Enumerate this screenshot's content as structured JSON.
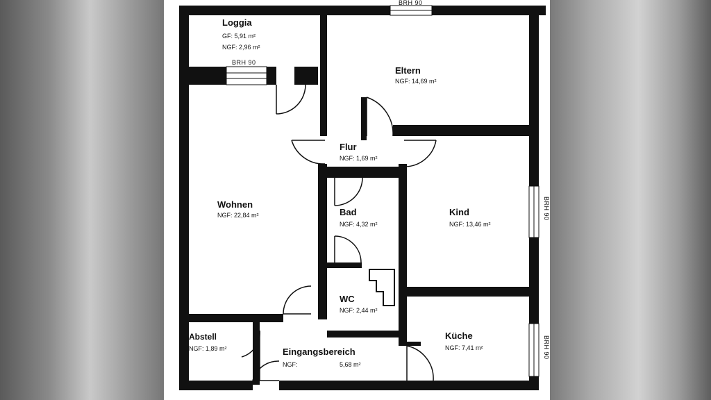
{
  "rooms": {
    "loggia": {
      "name": "Loggia",
      "gf": "GF:  5,91 m²",
      "ngf": "NGF: 2,96 m²"
    },
    "eltern": {
      "name": "Eltern",
      "ngf": "NGF: 14,69 m²"
    },
    "flur": {
      "name": "Flur",
      "ngf": "NGF: 1,69 m²"
    },
    "wohnen": {
      "name": "Wohnen",
      "ngf": "NGF: 22,84 m²"
    },
    "bad": {
      "name": "Bad",
      "ngf": "NGF: 4,32 m²"
    },
    "kind": {
      "name": "Kind",
      "ngf": "NGF: 13,46 m²"
    },
    "wc": {
      "name": "WC",
      "ngf": "NGF: 2,44 m²"
    },
    "abstell": {
      "name": "Abstell",
      "ngf": "NGF: 1,89 m²"
    },
    "eingang": {
      "name": "Eingangsbereich",
      "ngf_label": "NGF:",
      "ngf_value": "5,68 m²"
    },
    "kueche": {
      "name": "Küche",
      "ngf": "NGF: 7,41 m²"
    }
  },
  "windows": {
    "top": "BRH  90",
    "loggia": "BRH  90",
    "kind": "BRH 90",
    "kueche": "BRH 90"
  }
}
